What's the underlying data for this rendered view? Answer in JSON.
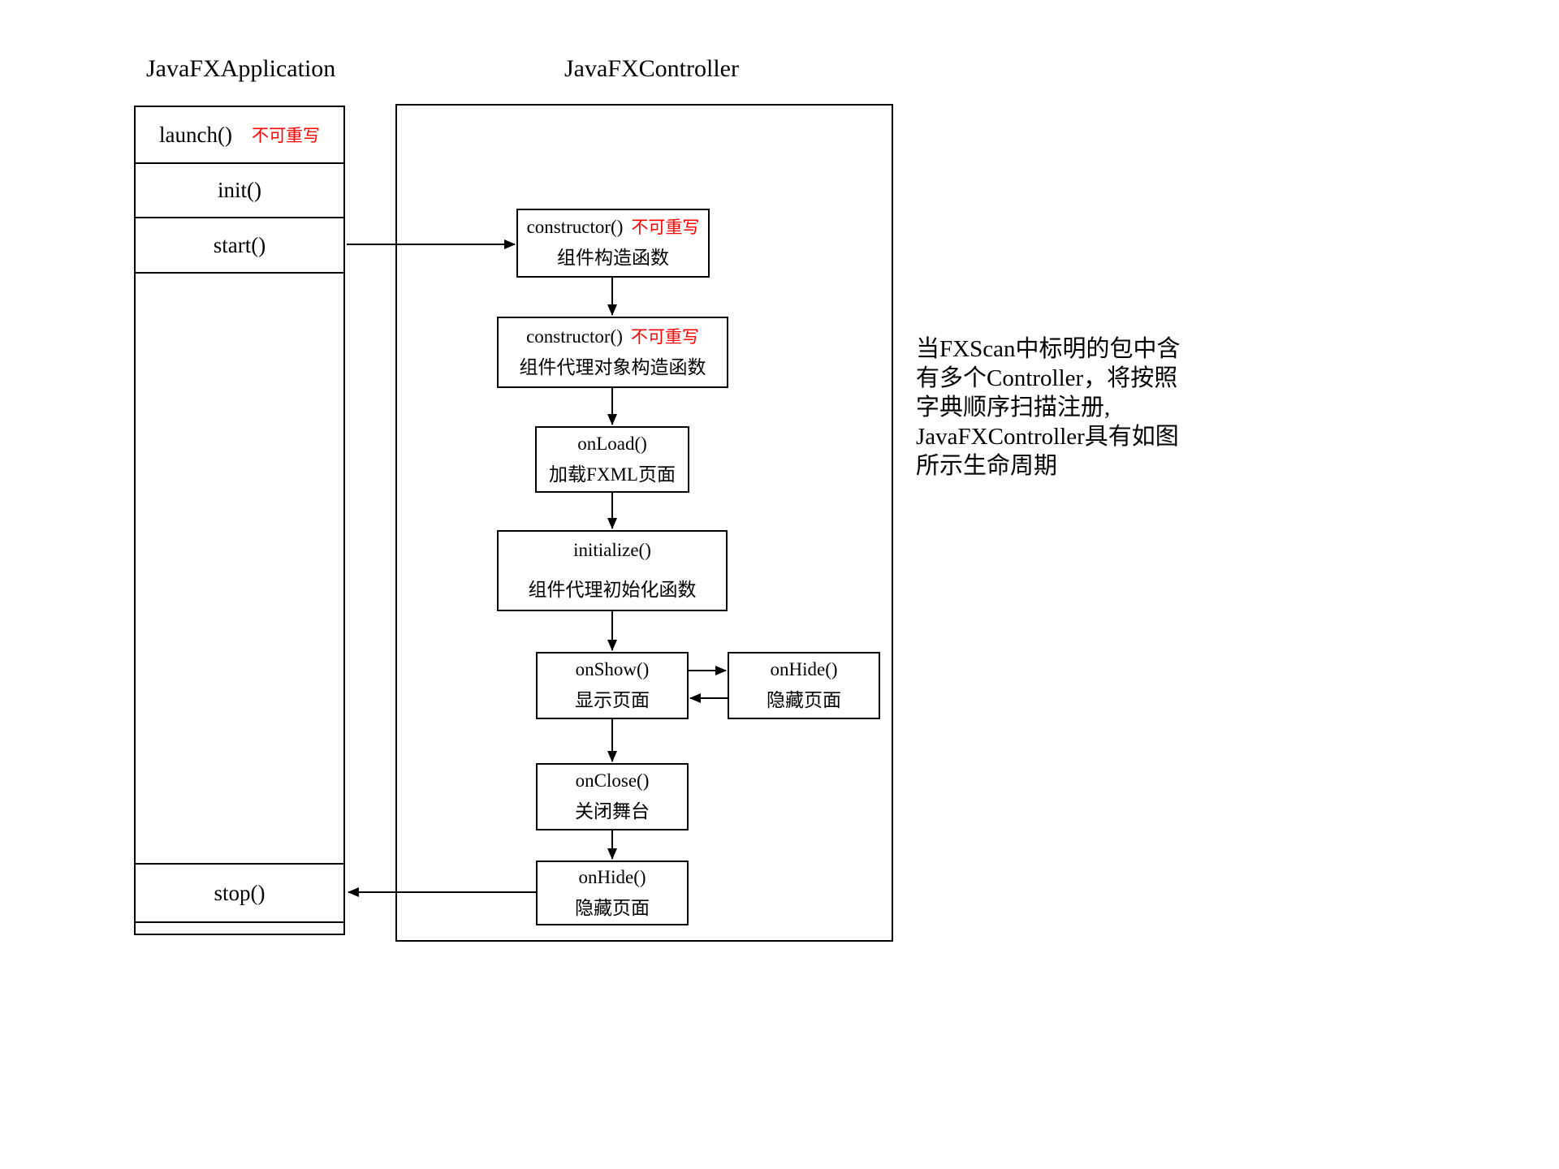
{
  "colors": {
    "accent_red": "#ff0000",
    "line_black": "#000000",
    "background": "#ffffff"
  },
  "application": {
    "title": "JavaFXApplication",
    "launch": {
      "label": "launch()",
      "annotation": "不可重写"
    },
    "init": {
      "label": "init()"
    },
    "start": {
      "label": "start()"
    },
    "stop": {
      "label": "stop()"
    }
  },
  "controller": {
    "title": "JavaFXController",
    "constructor1": {
      "method": "constructor()",
      "annotation": "不可重写",
      "caption": "组件构造函数"
    },
    "constructor2": {
      "method": "constructor()",
      "annotation": "不可重写",
      "caption": "组件代理对象构造函数"
    },
    "onload": {
      "method": "onLoad()",
      "caption": "加载FXML页面"
    },
    "initialize": {
      "method": "initialize()",
      "caption": "组件代理初始化函数"
    },
    "onshow": {
      "method": "onShow()",
      "caption": "显示页面"
    },
    "onhide_side": {
      "method": "onHide()",
      "caption": "隐藏页面"
    },
    "onclose": {
      "method": "onClose()",
      "caption": "关闭舞台"
    },
    "onhide_end": {
      "method": "onHide()",
      "caption": "隐藏页面"
    }
  },
  "note": {
    "lines": [
      "当FXScan中标明的包中含",
      "有多个Controller，将按照",
      "字典顺序扫描注册,",
      "JavaFXController具有如图",
      "所示生命周期"
    ]
  }
}
